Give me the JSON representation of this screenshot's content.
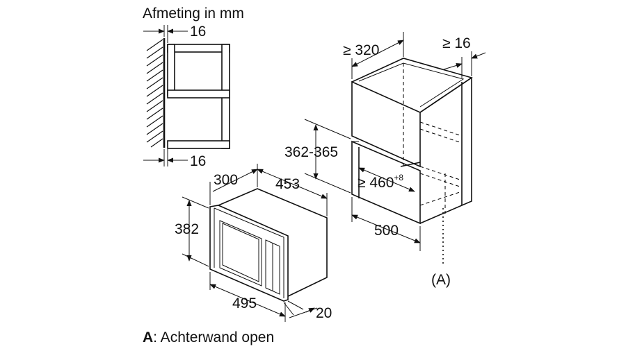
{
  "title": "Afmeting in mm",
  "side_view": {
    "top_gap": "16",
    "bottom_gap": "16"
  },
  "microwave": {
    "depth": "300",
    "width_top": "453",
    "height": "382",
    "front_width": "495",
    "front_depth": "20"
  },
  "cabinet": {
    "min_depth": "≥ 320",
    "min_side": "≥ 16",
    "niche_height": "362-365",
    "min_width_main": "≥ 460",
    "min_width_sup": "+8",
    "width": "500",
    "callout": "(A)"
  },
  "legend": {
    "key": "A",
    "text": ": Achterwand open"
  }
}
